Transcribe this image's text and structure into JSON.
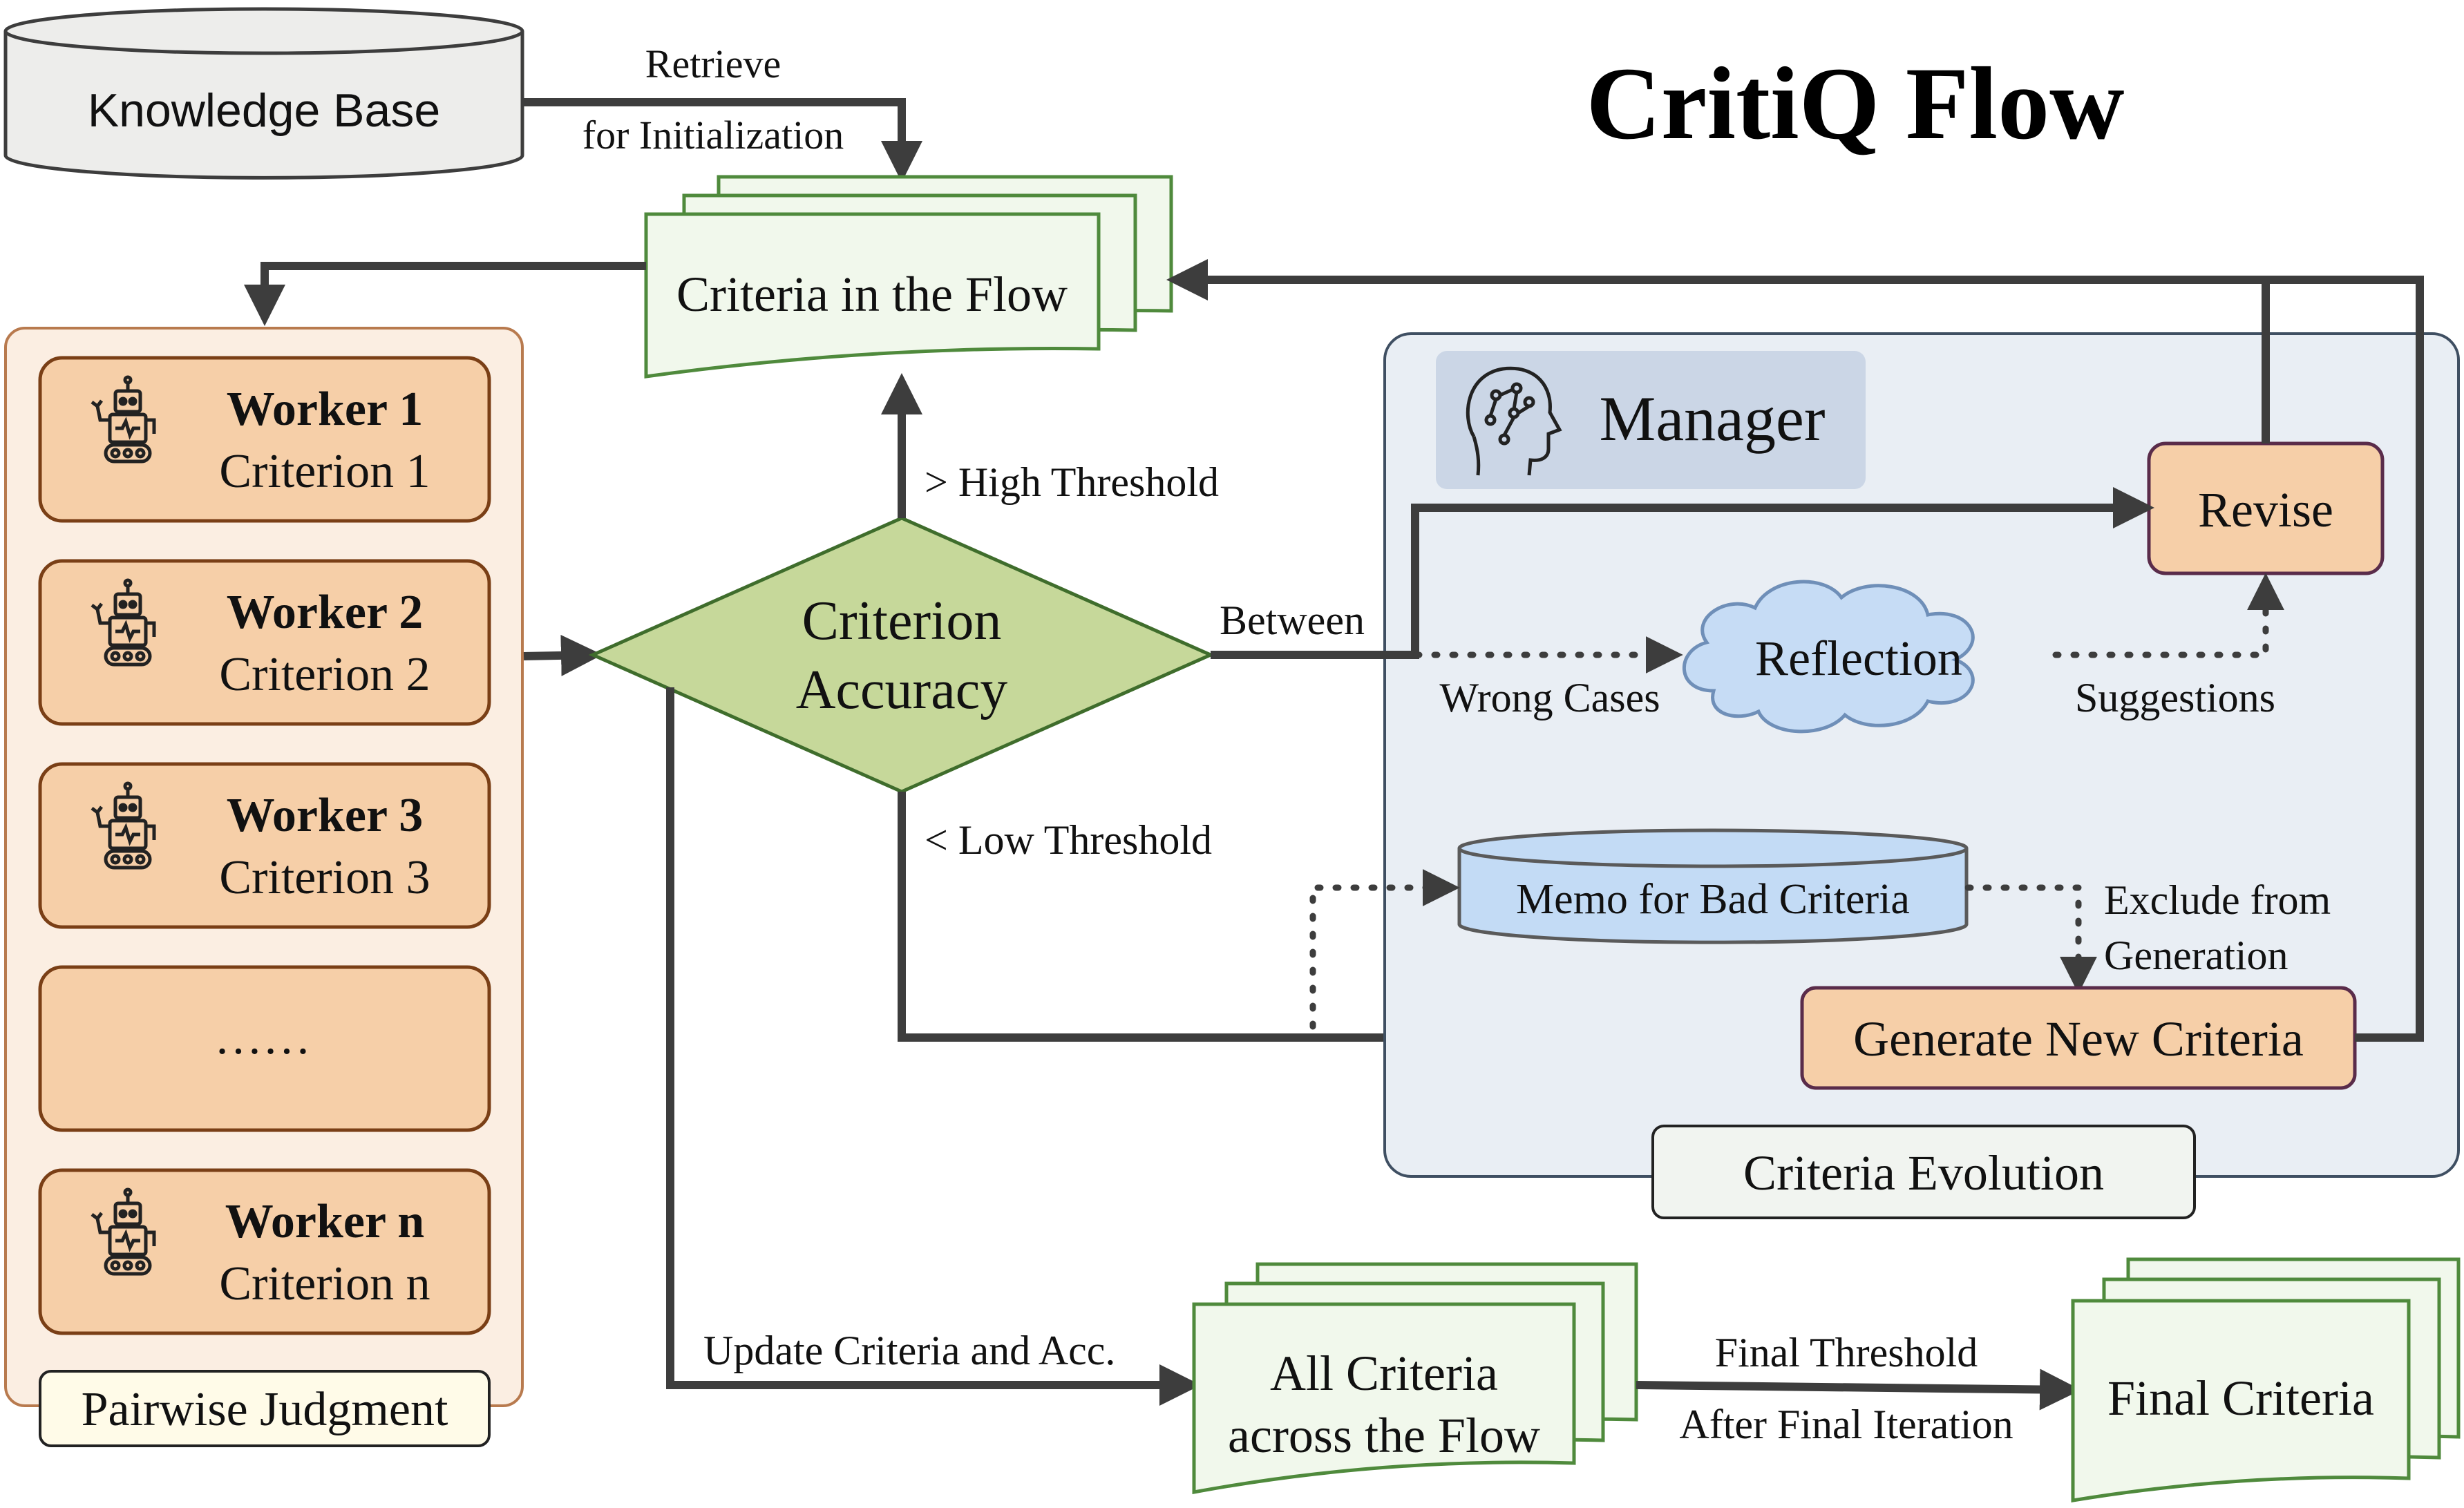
{
  "title": "CritiQ Flow",
  "knowledge_base": "Knowledge Base",
  "retrieve_label": "Retrieve",
  "for_init_label": "for Initialization",
  "criteria_in_flow": "Criteria in the Flow",
  "workers": [
    {
      "name": "Worker 1",
      "criterion": "Criterion 1"
    },
    {
      "name": "Worker 2",
      "criterion": "Criterion 2"
    },
    {
      "name": "Worker 3",
      "criterion": "Criterion 3"
    },
    {
      "name": "",
      "criterion": "……"
    },
    {
      "name": "Worker n",
      "criterion": "Criterion n"
    }
  ],
  "pairwise_judgment": "Pairwise Judgment",
  "criterion_accuracy_line1": "Criterion",
  "criterion_accuracy_line2": "Accuracy",
  "high_threshold": "> High Threshold",
  "low_threshold": "< Low Threshold",
  "between": "Between",
  "manager": "Manager",
  "revise": "Revise",
  "reflection": "Reflection",
  "wrong_cases": "Wrong Cases",
  "suggestions": "Suggestions",
  "memo_bad_criteria": "Memo for Bad Criteria",
  "exclude_line1": "Exclude from",
  "exclude_line2": "Generation",
  "generate_new": "Generate New Criteria",
  "criteria_evolution": "Criteria Evolution",
  "update_label": "Update Criteria and Acc.",
  "all_criteria_line1": "All Criteria",
  "all_criteria_line2": "across the Flow",
  "final_threshold": "Final Threshold",
  "after_final": "After Final Iteration",
  "final_criteria": "Final Criteria",
  "colors": {
    "edge": "#3d3d3d",
    "worker_fill": "#f6cfa8",
    "worker_panel": "#fbeee2",
    "worker_panel_border": "#b87a4e",
    "doc_fill": "#f1f8ec",
    "doc_border": "#4f8a3c",
    "diamond_fill": "#c6d89a",
    "diamond_border": "#3f6d2c",
    "manager_panel": "#e9eef4",
    "manager_badge": "#cbd6e6",
    "cloud_fill": "#c6dcf5",
    "cloud_border": "#6f8fb8",
    "memo_fill": "#c3dbf5",
    "revise_border": "#5a2c4a",
    "label_fill": "#fffbe8"
  }
}
